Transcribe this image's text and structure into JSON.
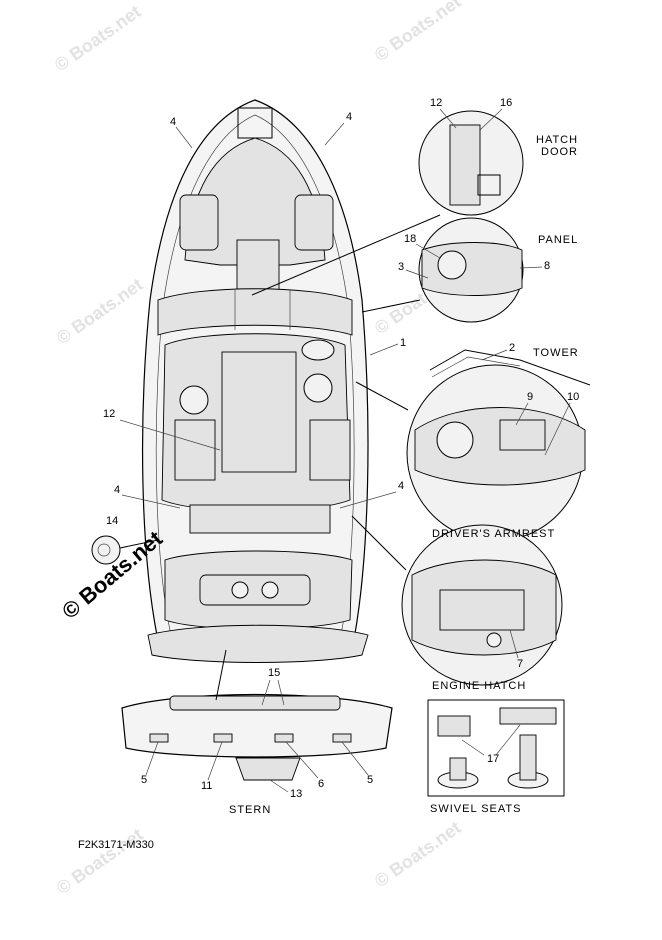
{
  "labels": {
    "hatch_door_1": "HATCH",
    "hatch_door_2": "DOOR",
    "panel": "PANEL",
    "tower": "TOWER",
    "drivers_armrest": "DRIVER'S ARMREST",
    "engine_hatch": "ENGINE HATCH",
    "stern": "STERN",
    "swivel_seats": "SWIVEL SEATS",
    "figure_code": "F2K3171-M330"
  },
  "callouts": {
    "c4_top_left": "4",
    "c4_top_right": "4",
    "c12_hatch": "12",
    "c16_hatch": "16",
    "c18_panel": "18",
    "c3_panel": "3",
    "c8_panel": "8",
    "c1": "1",
    "c2_tower": "2",
    "c9_armrest": "9",
    "c10_armrest": "10",
    "c12_body": "12",
    "c4_mid_left": "4",
    "c4_mid_right": "4",
    "c14": "14",
    "c7_engine": "7",
    "c15_stern": "15",
    "c5_stern_left": "5",
    "c11_stern": "11",
    "c13_stern": "13",
    "c6_stern": "6",
    "c5_stern_right": "5",
    "c17_seats": "17"
  },
  "watermarks": {
    "text": "© Boats.net",
    "prominent": "© Boats.net"
  }
}
